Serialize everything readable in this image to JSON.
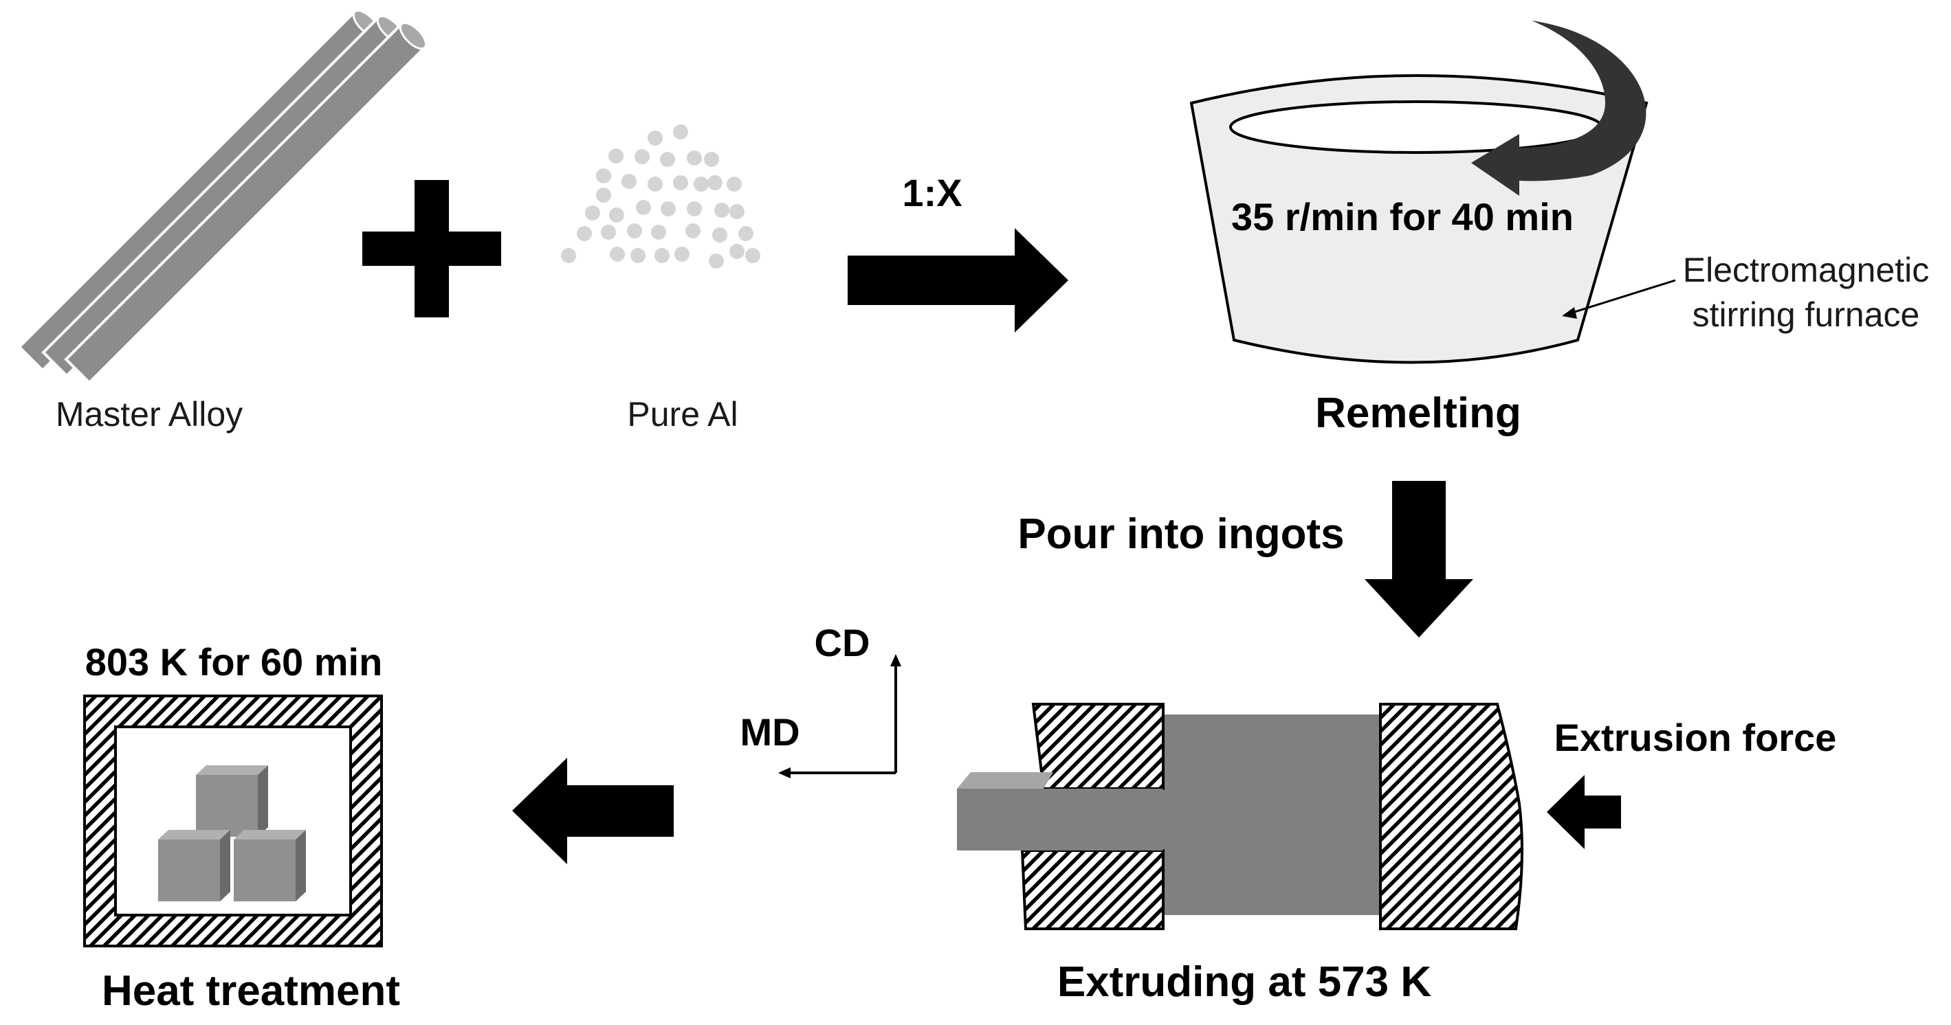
{
  "inputs": {
    "master_alloy": "Master Alloy",
    "pure_al": "Pure Al"
  },
  "mixing": {
    "ratio": "1:X"
  },
  "remelting": {
    "stirring": "35 r/min for 40 min",
    "furnace_line1": "Electromagnetic",
    "furnace_line2": "stirring furnace",
    "title": "Remelting"
  },
  "casting": {
    "label": "Pour into ingots"
  },
  "extrusion": {
    "force_label": "Extrusion force",
    "title": "Extruding at 573 K"
  },
  "axes": {
    "cd": "CD",
    "md": "MD"
  },
  "heat": {
    "condition": "803 K for 60 min",
    "title": "Heat treatment"
  },
  "colors": {
    "rod": "#8c8c8c",
    "powder": "#d4d4d4",
    "furnace": "#ededed",
    "billet": "#808080",
    "arrow": "#000000"
  }
}
